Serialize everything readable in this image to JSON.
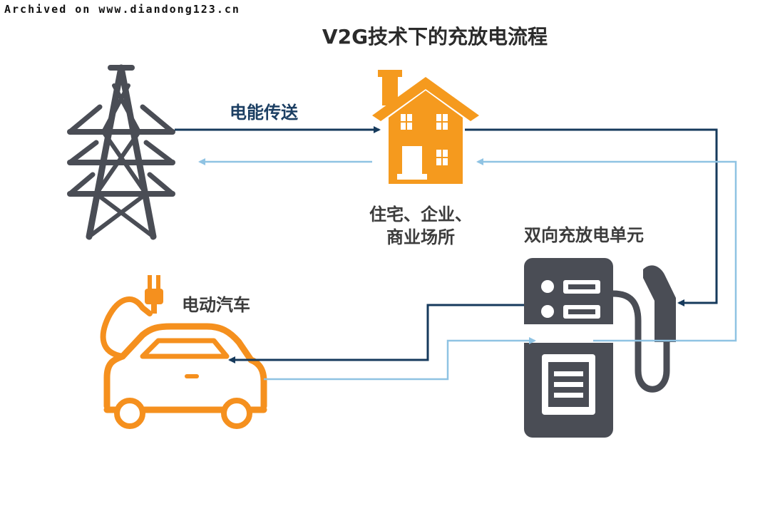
{
  "watermark": "Archived on www.diandong123.cn",
  "title": "V2G技术下的充放电流程",
  "labels": {
    "energy_transmission": "电能传送",
    "house_line1": "住宅、企业、",
    "house_line2": "商业场所",
    "bidirectional_unit": "双向充放电单元",
    "electric_vehicle": "电动汽车"
  },
  "colors": {
    "dark_arrow": "#163a5c",
    "light_arrow": "#8fc3e3",
    "house": "#f59a1e",
    "tower": "#4a4d55",
    "charger": "#4a4d55",
    "car": "#f5901e"
  },
  "icons": [
    "transmission-tower-icon",
    "house-icon",
    "charging-station-icon",
    "electric-car-icon",
    "plug-icon"
  ]
}
